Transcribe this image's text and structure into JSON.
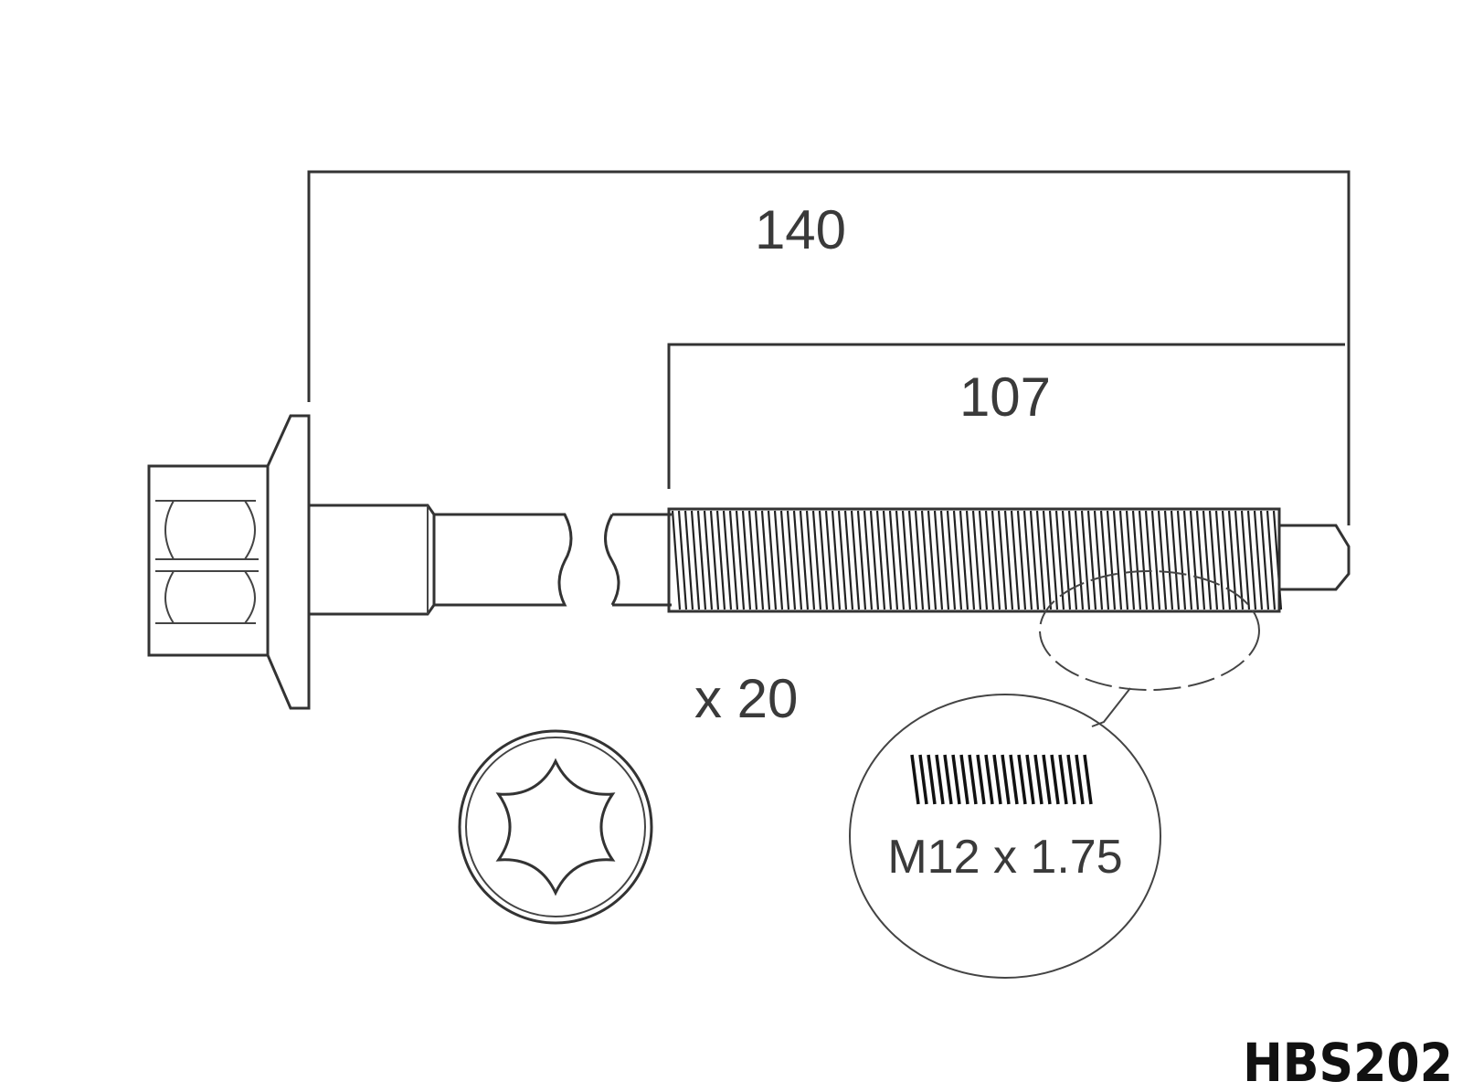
{
  "dimensions": {
    "overall_length": "140",
    "thread_length": "107"
  },
  "quantity": "x 20",
  "thread_spec": "M12 x 1.75",
  "part_number": "HBS202",
  "icons": {
    "bolt": "hex-flange-bolt-side-view",
    "drive": "torx-drive-end-view",
    "detail": "thread-detail-magnifier"
  }
}
